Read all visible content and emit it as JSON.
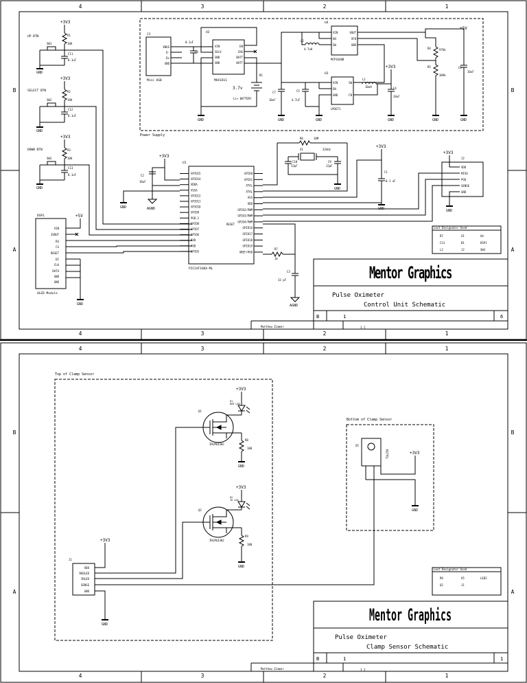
{
  "border": {
    "columns": [
      "4",
      "3",
      "2",
      "1"
    ],
    "rows": [
      "B",
      "A"
    ]
  },
  "sheet1": {
    "title_line1": "Pulse Oximeter",
    "title_line2": "Control Unit Schematic",
    "size": "B",
    "doc_no": "1",
    "rev": "6",
    "author": "Matthew Zimmer",
    "sheet_of": "1      1",
    "logo": "Mentor Graphics",
    "power_box_label": "Power Supply",
    "buttons": [
      {
        "label": "UP BTN",
        "sw": "SW1",
        "r": "R1",
        "rval": "10K",
        "c": "C11",
        "cval": "0.1uF"
      },
      {
        "label": "SELECT BTN",
        "sw": "SW2",
        "r": "R2",
        "rval": "10K",
        "c": "C12",
        "cval": "0.1uF"
      },
      {
        "label": "DOWN BTN",
        "sw": "SW3",
        "r": "R3",
        "rval": "10K",
        "c": "C13",
        "cval": "0.1uF"
      }
    ],
    "net_3v3": "+3V3",
    "net_5v": "+5V",
    "net_gnd": "GND",
    "net_agnd": "AGND",
    "oled": {
      "ref": "DSP1",
      "name": "OLED Module",
      "pins": [
        "VIN",
        "3VOUT",
        "RS",
        "CS",
        "RESET",
        "DC",
        "CLK",
        "DATA",
        "GND",
        "GND"
      ]
    },
    "mcu": {
      "ref": "U1",
      "part": "PIC24F16KA-ML",
      "left_pins": [
        "GPIO15",
        "GPIO14",
        "VDDA",
        "VSSA",
        "GPIO12",
        "GPIO11",
        "GPIO10",
        "GPIO9",
        "PGD_1",
        "GPIO8",
        "GPIO7",
        "GPIO6",
        "RXD",
        "TXD",
        "GPIO5"
      ],
      "right_pins": [
        "GPIO0",
        "GPIO1",
        "XTAL",
        "XTAL",
        "VSS",
        "VDD",
        "GPIO2/PWM",
        "GPIO3/PWM",
        "GPIO4/PWM",
        "GPIO16",
        "GPIO17",
        "GPIO18",
        "GPIO19",
        "AREF/PGD"
      ],
      "reset": "RESET"
    },
    "usb": {
      "ref": "J1",
      "name": "Mini USB",
      "pins": [
        "VBUS",
        "D-",
        "D+",
        "GND"
      ]
    },
    "charger": {
      "ref": "U2",
      "name": "MAX1811",
      "pins_l": [
        "VIN",
        "SELV",
        "GND",
        "GND"
      ],
      "pins_r": [
        "EN",
        "CHG",
        "BATT",
        "BATT"
      ],
      "cap": "0.1uF",
      "cap_ref": "C8"
    },
    "battery": {
      "ref": "B1",
      "voltage": "3.7v",
      "name": "Li+ BATTERY"
    },
    "boost": {
      "ref": "U4",
      "name": "MCP1640B",
      "pins_l": [
        "VIN",
        "EN",
        "SW"
      ],
      "pins_r": [
        "VOUT",
        "VFB",
        "GND"
      ],
      "inductor": "L2",
      "ival": "4.7uH"
    },
    "ldo": {
      "ref": "U3",
      "name": "LM3671",
      "pins_l": [
        "VIN",
        "EN",
        "GND"
      ],
      "pins_r": [
        "SW",
        "FB"
      ],
      "inductor": "L1",
      "ival": "10uH"
    },
    "power_caps": [
      {
        "ref": "C7",
        "val": "10uF"
      },
      {
        "ref": "C5",
        "val": "4.7uF"
      },
      {
        "ref": "C4",
        "val": "10uF"
      },
      {
        "ref": "C6",
        "val": "10uF"
      }
    ],
    "power_res": [
      {
        "ref": "R4",
        "val": "976k"
      },
      {
        "ref": "R5",
        "val": "309k"
      }
    ],
    "crystal": {
      "ref": "X1",
      "val": "32kHz",
      "r": "R6",
      "rval": "10M",
      "c1": "C10",
      "c1v": "12pF",
      "c2": "C9",
      "c2v": "12pF"
    },
    "c2": {
      "ref": "C2",
      "val": "10uF"
    },
    "c1": {
      "ref": "C1",
      "val": "0.1 uF"
    },
    "c3": {
      "ref": "C3",
      "val": "33 pF"
    },
    "r7": {
      "ref": "R7",
      "val": "1k"
    },
    "j2": {
      "ref": "J2",
      "pins": [
        "VDD",
        "MISO",
        "PGD",
        "SENSE",
        "GND"
      ]
    },
    "designator_table": {
      "title": "Last Designator Used",
      "cells": [
        "R7",
        "X1",
        "U4",
        "C13",
        "B1",
        "DSP1",
        "L2",
        "J2",
        "SW3"
      ]
    }
  },
  "sheet2": {
    "title_line1": "Pulse Oximeter",
    "title_line2": "Clamp Sensor Schematic",
    "size": "B",
    "doc_no": "1",
    "rev": "1",
    "author": "Matthew Zimmer",
    "sheet_of": "1      1",
    "logo": "Mentor Graphics",
    "top_box_label": "Top of Clamp Sensor",
    "bottom_box_label": "Bottom of Clamp Sensor",
    "q1": {
      "ref": "Q1",
      "part": "IRLML6302"
    },
    "q2": {
      "ref": "Q2",
      "part": "IRLML6302"
    },
    "d1": {
      "ref": "D1",
      "name": "RED LED"
    },
    "d2": {
      "ref": "D2",
      "name": "IR LED"
    },
    "r8": {
      "ref": "R8",
      "val": "100"
    },
    "r9": {
      "ref": "R9",
      "val": "100"
    },
    "j1": {
      "ref": "J1",
      "pins": [
        "VDD",
        "REDLED",
        "IRLED",
        "SENSE",
        "GND"
      ]
    },
    "sensor": {
      "ref": "U5",
      "part": "TSL250"
    },
    "designator_table": {
      "title": "Last Designator Used",
      "cells": [
        "R9",
        "U5",
        "LED2",
        "Q2",
        "J1"
      ]
    }
  },
  "colors": {
    "ink": "#000000",
    "paper": "#ffffff"
  }
}
